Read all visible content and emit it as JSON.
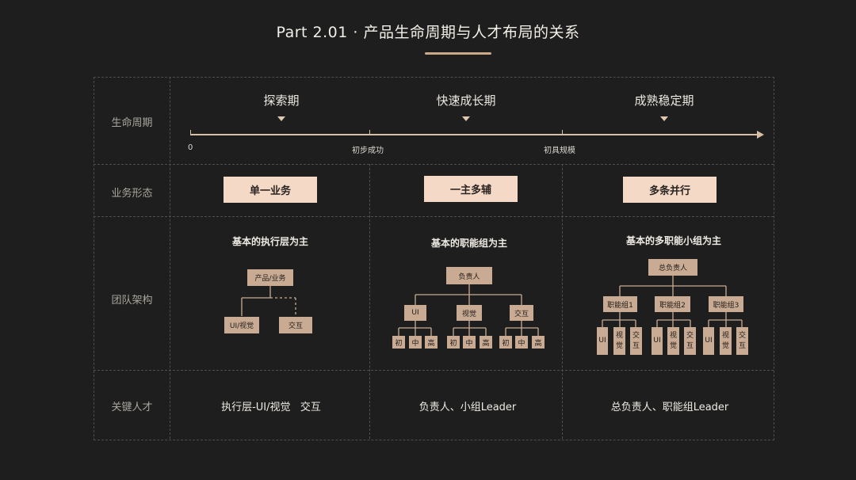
{
  "header": {
    "title": "Part 2.01 · 产品生命周期与人才布局的关系"
  },
  "row_labels": {
    "lifecycle": "生命周期",
    "business": "业务形态",
    "team": "团队架构",
    "talent": "关键人才"
  },
  "lifecycle": {
    "stages": [
      "探索期",
      "快速成长期",
      "成熟稳定期"
    ],
    "ticks": [
      "0",
      "初步成功",
      "初具规模"
    ]
  },
  "business": {
    "forms": [
      "单一业务",
      "一主多辅",
      "多条并行"
    ]
  },
  "team": {
    "col1": {
      "title": "基本的执行层为主",
      "root": "产品/业务",
      "children": [
        "UI/视觉",
        "交互"
      ]
    },
    "col2": {
      "title": "基本的职能组为主",
      "root": "负责人",
      "groups": [
        "UI",
        "视觉",
        "交互"
      ],
      "levels": [
        "初",
        "中",
        "高"
      ]
    },
    "col3": {
      "title": "基本的多职能小组为主",
      "root": "总负责人",
      "groups": [
        "职能组1",
        "职能组2",
        "职能组3"
      ],
      "members": [
        "UI",
        "视觉",
        "交互"
      ]
    }
  },
  "talent": {
    "items": [
      "执行层-UI/视觉   交互",
      "负责人、小组Leader",
      "总负责人、职能组Leader"
    ]
  },
  "colors": {
    "background": "#1d1e1d",
    "accent": "#d9bfa3",
    "box_light": "#f4d9c6",
    "box_dark": "#c9ab93"
  }
}
